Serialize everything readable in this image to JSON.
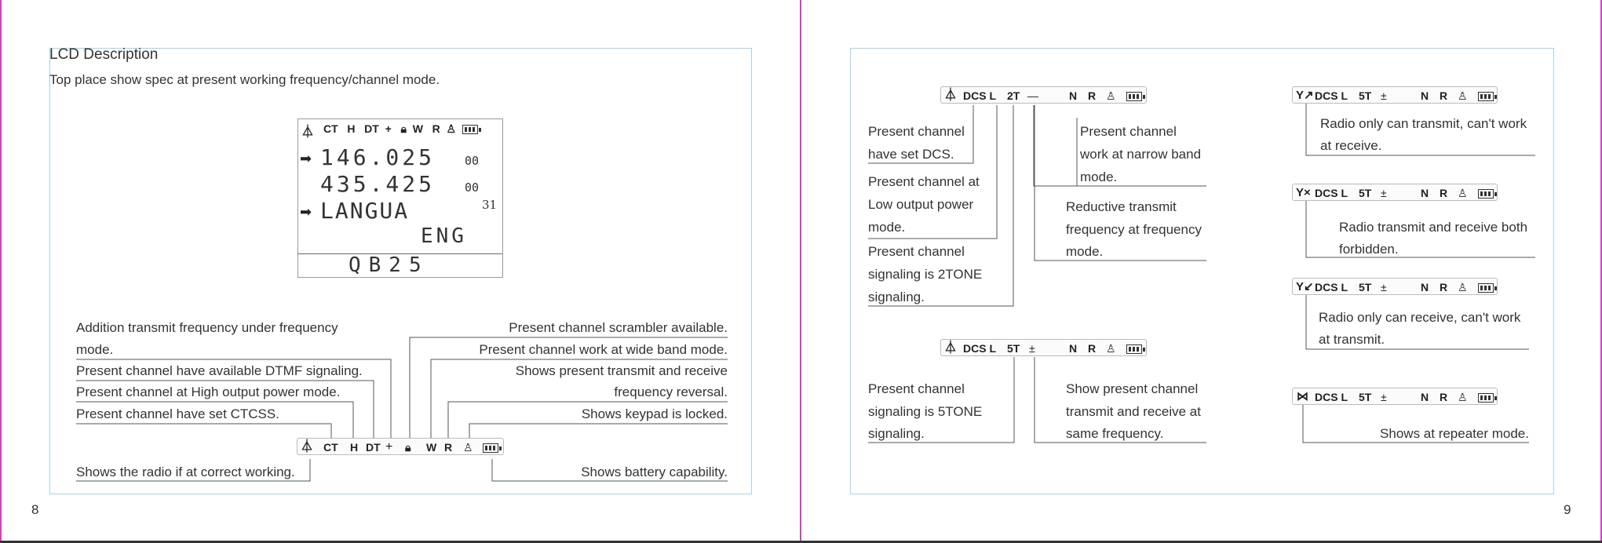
{
  "left_page": {
    "heading": "LCD Description",
    "intro": "Top place show spec at present working frequency/channel mode.",
    "page_number": "8",
    "lcd": {
      "icons_row": [
        "CT",
        "H",
        "DT",
        "+",
        "W",
        "R"
      ],
      "freq_a": "146.025",
      "freq_a_sub": "00",
      "freq_b": "435.425",
      "freq_b_sub": "00",
      "menu_text": "LANGUA",
      "menu_number": "31",
      "menu_value": "ENG",
      "bottom_text": "QB25"
    },
    "status_bar": [
      "CT",
      "H",
      "DT",
      "+",
      "W",
      "R"
    ],
    "labels_left": [
      "Addition transmit frequency under frequency",
      "mode.",
      "Present channel have available DTMF signaling.",
      "Present channel at High output power mode.",
      "Present channel have set CTCSS.",
      "Shows the radio if at correct working."
    ],
    "labels_right": [
      "Present channel scrambler available.",
      "Present channel work at wide band mode.",
      "Shows present transmit and receive",
      "frequency reversal.",
      "Shows keypad is locked.",
      "Shows battery capability."
    ]
  },
  "right_page": {
    "page_number": "9",
    "bar_2t": [
      "DCS L",
      "2T",
      "—",
      "N",
      "R"
    ],
    "bar_5t": [
      "DCS L",
      "5T",
      "±",
      "N",
      "R"
    ],
    "labels_2t": {
      "dcs": [
        "Present channel",
        "have set DCS."
      ],
      "low": [
        "Present channel at",
        "Low output power",
        "mode."
      ],
      "sig2": [
        "Present channel",
        "signaling is 2TONE",
        "signaling."
      ],
      "narrow": [
        "Present channel",
        "work at narrow band",
        "mode."
      ],
      "reductive": [
        "Reductive transmit",
        "frequency at frequency",
        "mode."
      ]
    },
    "labels_5t": {
      "sig5": [
        "Present channel",
        "signaling is 5TONE",
        "signaling."
      ],
      "same": [
        "Show present channel",
        "transmit and receive at",
        "same frequency."
      ]
    },
    "side_bars": [
      {
        "text": [
          "Radio only can transmit, can't work",
          "at receive."
        ]
      },
      {
        "text": [
          "Radio transmit and receive both",
          "forbidden."
        ]
      },
      {
        "text": [
          "Radio only can receive, can't work",
          "at transmit."
        ]
      },
      {
        "text": [
          "Shows at repeater mode."
        ]
      }
    ]
  }
}
